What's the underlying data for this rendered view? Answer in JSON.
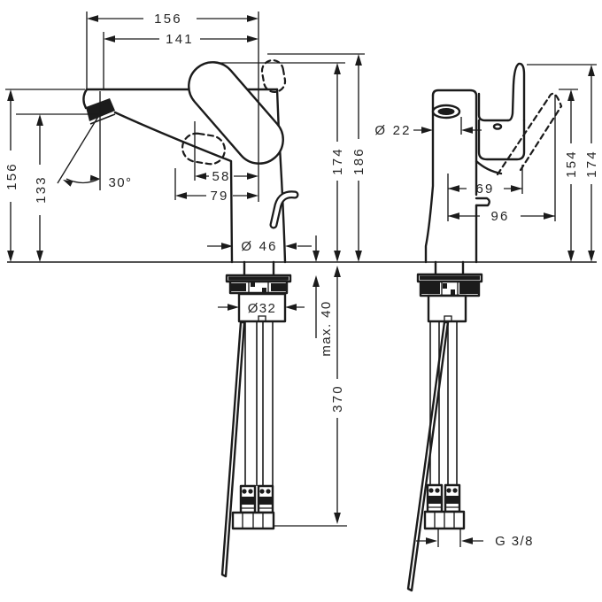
{
  "left_view": {
    "spout_reach_total": "156",
    "spout_reach": "141",
    "height_left": "156",
    "spout_height": "133",
    "spray_angle": "30°",
    "offset_58": "58",
    "offset_79": "79",
    "base_diameter": "Ø 46",
    "height_handle_top": "174",
    "height_total": "186",
    "max_mounting_depth": "max. 40",
    "shank_diameter": "Ø32",
    "hose_length": "370"
  },
  "right_view": {
    "aerator_diameter": "Ø 22",
    "offset_69": "69",
    "offset_96": "96",
    "height_154": "154",
    "height_174": "174",
    "connection_thread": "G 3/8"
  },
  "colors": {
    "line": "#1b1b1b",
    "label": "#262626",
    "background": "#ffffff"
  }
}
